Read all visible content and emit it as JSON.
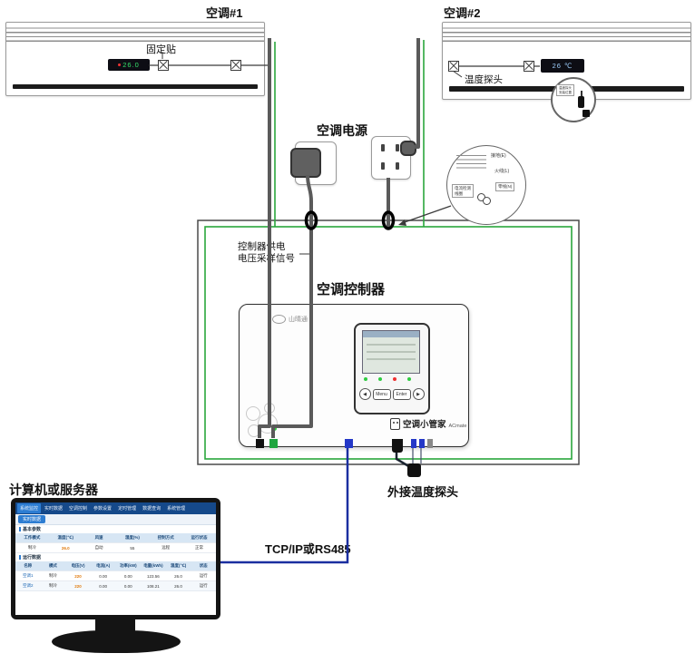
{
  "labels": {
    "ac1_title": "空调#1",
    "ac2_title": "空调#2",
    "fixed_sticker": "固定贴",
    "temp_probe": "温度探头",
    "ac_power": "空调电源",
    "supply_line1": "控制器供电",
    "supply_line2": "电压采样信号",
    "controller_title": "空调控制器",
    "computer_title": "计算机或服务器",
    "tcp_label": "TCP/IP或RS485",
    "ext_probe": "外接温度探头"
  },
  "ac_units": {
    "ac1_display": "26.0",
    "ac2_display": "26 ℃"
  },
  "callout": {
    "ground": "接地(E)",
    "live": "火线(L)",
    "neutral": "零线(N)",
    "ct_line1": "电流检测",
    "ct_line2": "线圈"
  },
  "magnifier": {
    "line1": "温度探头",
    "line2": "安装位置"
  },
  "controller": {
    "logo_text": "山晴通",
    "brand_cn": "空调小管家",
    "brand_en": "ACmate",
    "btn_prev": "◀",
    "btn_menu": "Menu",
    "btn_enter": "Enter",
    "btn_next": "▶"
  },
  "monitor": {
    "nav": [
      "系统监控",
      "实时数据",
      "空调控制",
      "参数设置",
      "定时管理",
      "数据查询",
      "系统管理"
    ],
    "subnav": "实时数据",
    "section1": "基本参数",
    "table1": {
      "headers": [
        "工作模式",
        "温度(℃)",
        "风速",
        "湿度(%)",
        "控制方式",
        "运行状态"
      ],
      "row": [
        "制冷",
        "26.0",
        "自动",
        "55",
        "远程",
        "正常"
      ]
    },
    "section2": "运行数据",
    "table2": {
      "headers": [
        "名称",
        "模式",
        "电压(V)",
        "电流(A)",
        "功率(kW)",
        "电量(kWh)",
        "温度(℃)",
        "状态"
      ],
      "rows": [
        [
          "空调1",
          "制冷",
          "220",
          "0.00",
          "0.00",
          "123.56",
          "26.0",
          "运行"
        ],
        [
          "空调2",
          "制冷",
          "220",
          "0.00",
          "0.00",
          "108.21",
          "26.0",
          "运行"
        ]
      ]
    }
  },
  "colors": {
    "wire_dark": "#5a5a5a",
    "wire_green": "#2aa63c",
    "wire_blue": "#1b2fa0",
    "accent_blue": "#2d7dd2"
  }
}
